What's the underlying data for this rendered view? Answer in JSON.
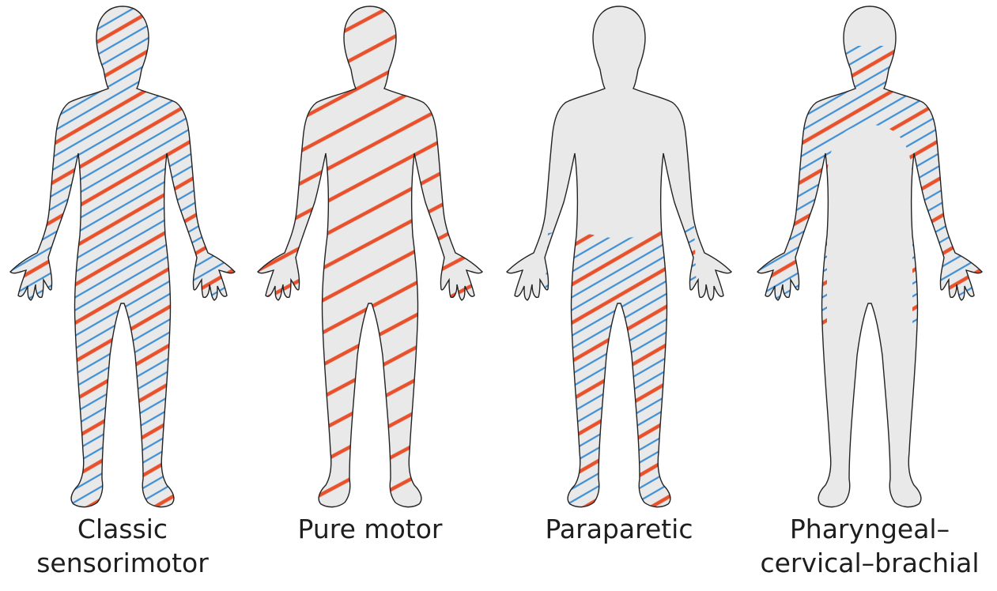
{
  "colors": {
    "body_fill": "#e9e9e9",
    "outline": "#222222",
    "motor_stripe": "#e8512c",
    "sensory_stripe": "#3f8fd6",
    "background": "#ffffff"
  },
  "figures": [
    {
      "id": "classic-sensorimotor",
      "label": "Classic\nsensorimotor",
      "region": "whole-body",
      "motor": true,
      "sensory": true
    },
    {
      "id": "pure-motor",
      "label": "Pure motor",
      "region": "whole-body",
      "motor": true,
      "sensory": false
    },
    {
      "id": "paraparetic",
      "label": "Paraparetic",
      "region": "lower-limbs",
      "motor": true,
      "sensory": true
    },
    {
      "id": "pharyngeal-cervical-brachial",
      "label": "Pharyngeal–\ncervical–brachial",
      "region": "neck-shoulders-arms",
      "motor": true,
      "sensory": true
    }
  ]
}
